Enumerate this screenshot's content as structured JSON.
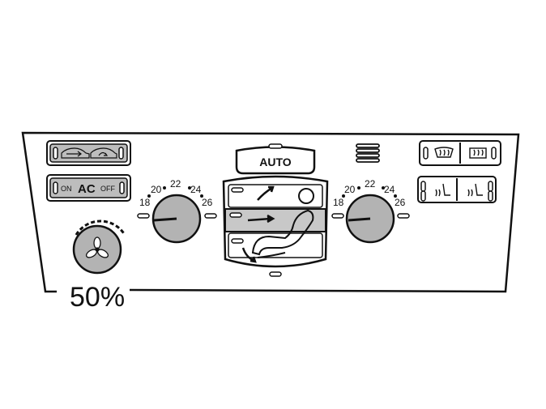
{
  "panel": {
    "caption": "50%",
    "colors": {
      "outline": "#111111",
      "button_fill": "#bdbdbd",
      "knob_fill": "#b3b3b3",
      "vent_fill": "#cfcfcf",
      "background": "#ffffff"
    }
  },
  "auto_button": {
    "label": "AUTO"
  },
  "ac_button": {
    "on_label": "ON",
    "ac_label": "AC",
    "off_label": "OFF"
  },
  "recirculation_button": {
    "icons": [
      "fresh-air-car-icon",
      "recirculation-car-icon"
    ]
  },
  "defrost_buttons": {
    "icons": [
      "windshield-defrost-icon",
      "rear-window-defrost-icon"
    ]
  },
  "seat_heater_buttons": {
    "icons": [
      "seat-heater-left-icon",
      "seat-heater-right-icon"
    ]
  },
  "left_temp_knob": {
    "scale": [
      "18",
      "20",
      "22",
      "24",
      "26"
    ]
  },
  "right_temp_knob": {
    "scale": [
      "18",
      "20",
      "22",
      "24",
      "26"
    ]
  },
  "airflow_selector": {
    "icons": [
      "airflow-windshield-icon",
      "airflow-face-icon",
      "airflow-feet-icon",
      "passenger-seat-icon"
    ]
  },
  "fan_knob": {
    "icon": "fan-icon",
    "level": 0.5
  }
}
